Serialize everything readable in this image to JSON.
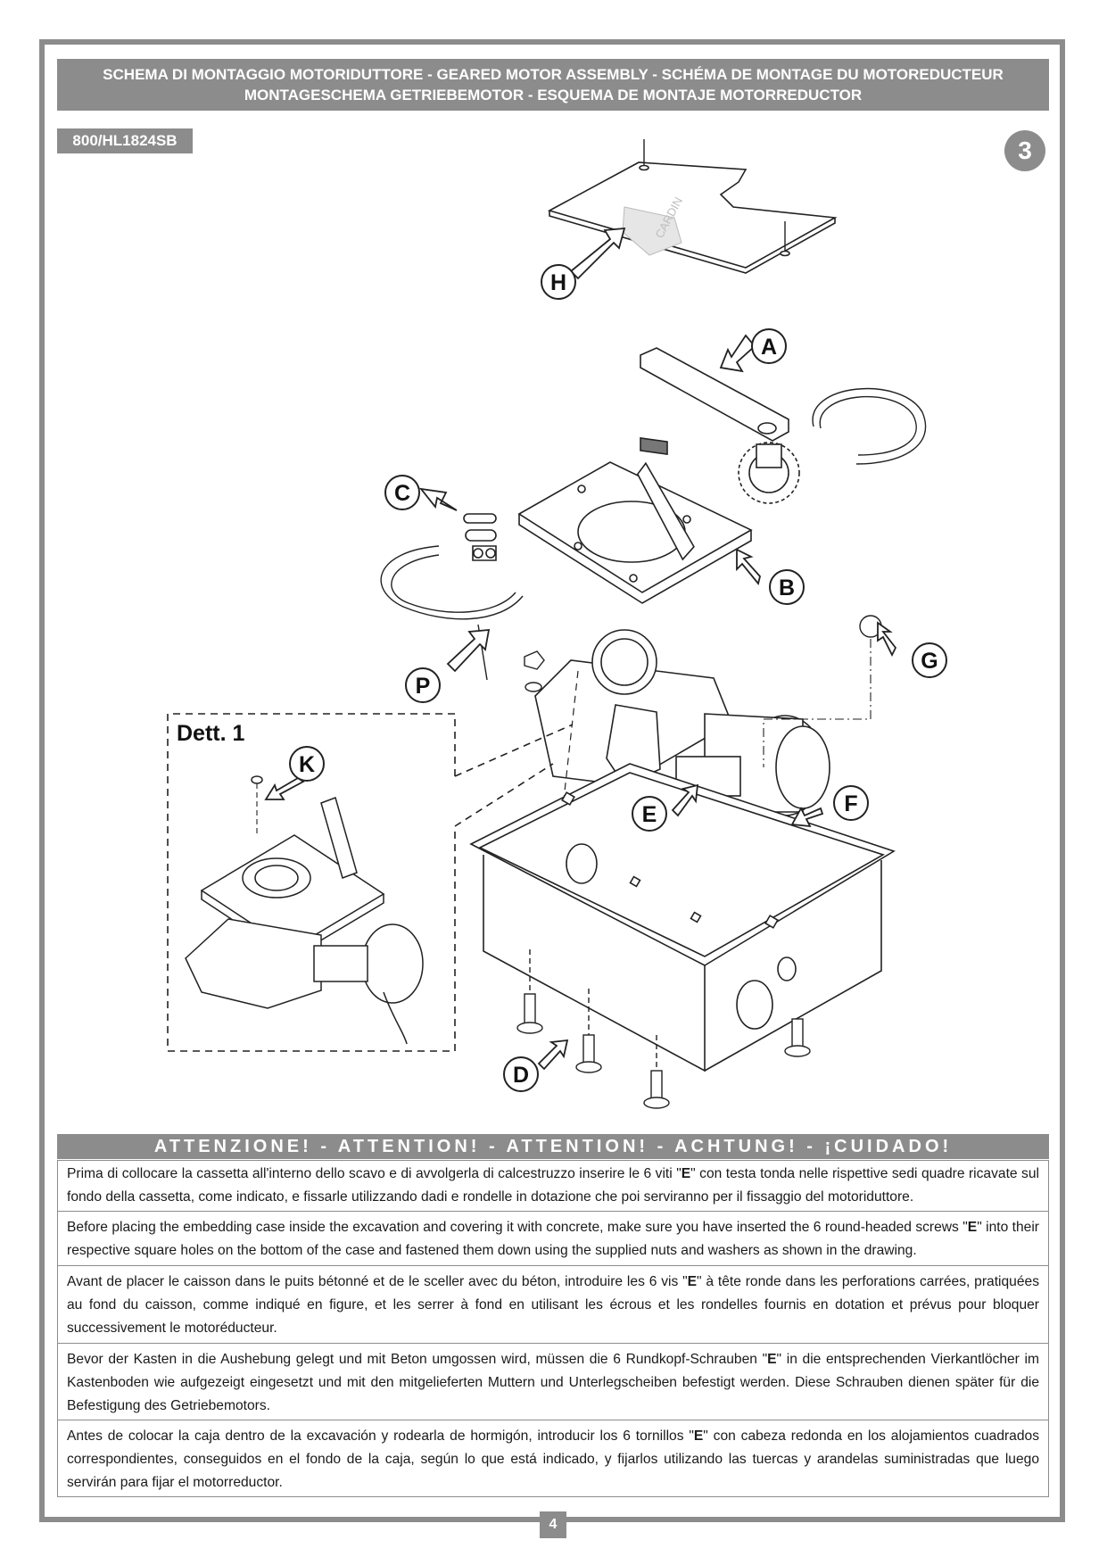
{
  "header": {
    "title_line1": "SCHEMA DI MONTAGGIO MOTORIDUTTORE - GEARED MOTOR ASSEMBLY - SCHÉMA DE MONTAGE DU MOTOREDUCTEUR",
    "title_line2": "MONTAGESCHEMA GETRIEBEMOTOR - ESQUEMA DE MONTAJE MOTORREDUCTOR"
  },
  "model_code": "800/HL1824SB",
  "step_number": "3",
  "diagram": {
    "logo_text": "CARDIN",
    "detail_label": "Dett. 1",
    "callouts": {
      "a": "A",
      "b": "B",
      "c": "C",
      "d": "D",
      "e": "E",
      "f": "F",
      "g": "G",
      "h": "H",
      "k": "K",
      "p": "P"
    }
  },
  "warning": {
    "title": "ATTENZIONE! - ATTENTION! - ATTENTION! - ACHTUNG! - ¡CUIDADO!",
    "paragraphs": [
      {
        "before": "Prima di collocare la cassetta all'interno dello scavo e di avvolgerla di calcestruzzo inserire le 6 viti \"",
        "bold": "E",
        "after": "\" con testa tonda nelle rispettive sedi quadre ricavate sul fondo della cassetta, come indicato, e fissarle utilizzando dadi e rondelle in dotazione che poi serviranno per il fissaggio del motoriduttore."
      },
      {
        "before": "Before placing the embedding case inside the excavation and covering it with concrete, make sure you have inserted the 6 round-headed screws \"",
        "bold": "E",
        "after": "\" into their respective square holes on the bottom of the case and fastened them down using the supplied nuts and washers as shown in the drawing."
      },
      {
        "before": "Avant de placer le caisson dans le puits bétonné et de le sceller avec du béton, introduire les 6 vis \"",
        "bold": "E",
        "after": "\" à tête ronde dans les perforations carrées, pratiquées au fond du caisson, comme indiqué en figure, et les serrer à fond en utilisant les écrous et les rondelles fournis en dotation et prévus pour bloquer successivement le motoréducteur."
      },
      {
        "before": "Bevor der Kasten in die Aushebung gelegt und mit Beton umgossen wird, müssen die 6 Rundkopf-Schrauben \"",
        "bold": "E",
        "after": "\" in die entsprechenden Vierkantlöcher im Kastenboden wie aufgezeigt eingesetzt und mit den mitgelieferten Muttern und Unterlegscheiben befestigt werden. Diese Schrauben dienen später für die Befestigung des Getriebemotors."
      },
      {
        "before": "Antes de colocar la caja dentro de la excavación y rodearla de hormigón, introducir los 6 tornillos \"",
        "bold": "E",
        "after": "\" con cabeza redonda en los alojamientos cuadrados correspondientes, conseguidos en el fondo de la caja, según lo que está indicado, y fijarlos utilizando las tuercas y arandelas suministradas que luego servirán para fijar el motorreductor."
      }
    ]
  },
  "page_number": "4"
}
